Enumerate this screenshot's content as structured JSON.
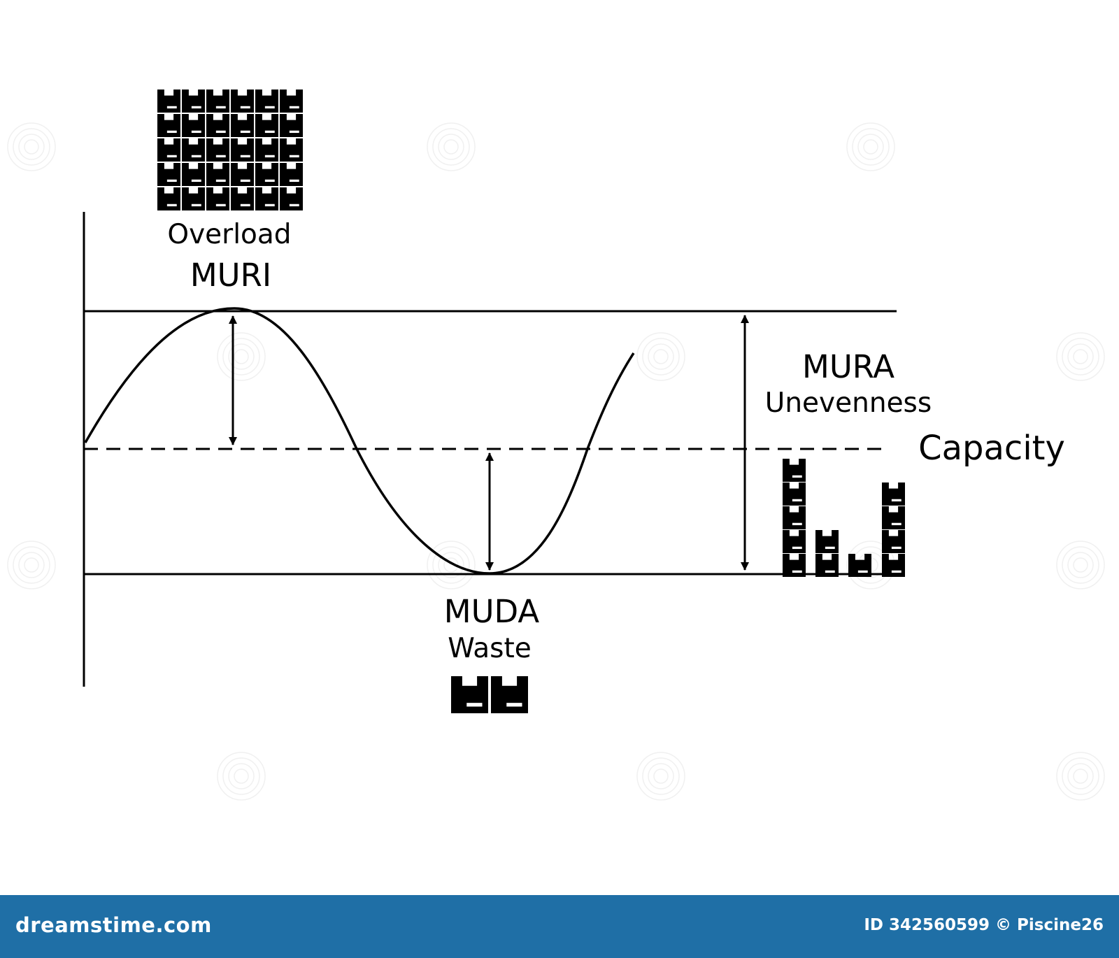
{
  "labels": {
    "overload": "Overload",
    "muri": "MURI",
    "mura": "MURA",
    "unevenness": "Unevenness",
    "capacity": "Capacity",
    "muda": "MUDA",
    "waste": "Waste"
  },
  "icons": {
    "box": "box-icon",
    "watermark": "dreamstime-swirl-icon"
  },
  "footer": {
    "brand": "dreamstime.com",
    "stock_id": "ID 342560599 © Piscine26"
  },
  "colors": {
    "ink": "#000000",
    "background": "#ffffff",
    "footer_bar": "#1f6fa6",
    "footer_text": "#ffffff"
  }
}
